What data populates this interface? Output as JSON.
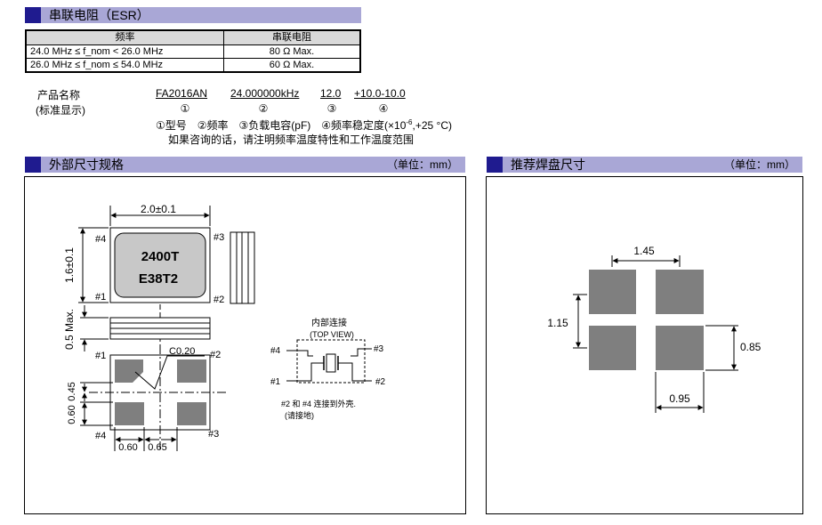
{
  "esr_section": {
    "title": "串联电阻（ESR）",
    "table": {
      "headers": [
        "频率",
        "串联电阻"
      ],
      "rows": [
        [
          "24.0 MHz ≤ f_nom < 26.0 MHz",
          "80 Ω Max."
        ],
        [
          "26.0 MHz ≤ f_nom ≤ 54.0 MHz",
          "60 Ω Max."
        ]
      ]
    }
  },
  "product_name": {
    "label_line1": "产品名称",
    "label_line2": "(标准显示)",
    "parts": [
      {
        "text": "FA2016AN",
        "marker": "①"
      },
      {
        "text": "24.000000kHz",
        "marker": "②"
      },
      {
        "text": "12.0",
        "marker": "③"
      },
      {
        "text": "+10.0-10.0",
        "marker": "④"
      }
    ],
    "legend": "①型号　②频率　③负载电容(pF)　④频率稳定度(×10",
    "legend_sup": "-6",
    "legend_tail": ",+25 °C)",
    "note": "如果咨询的话，请注明频率温度特性和工作温度范围"
  },
  "dimensions_section": {
    "title": "外部尺寸规格",
    "unit": "（单位：mm）",
    "width_dim": "2.0±0.1",
    "height_dim": "1.6±0.1",
    "thickness_dim": "0.5 Max.",
    "marking_line1": "2400T",
    "marking_line2": "E38T2",
    "chamfer": "C0.20",
    "pad_dims": {
      "y1": "0.45",
      "y2": "0.60",
      "x1": "0.60",
      "x2": "0.65"
    },
    "pins": {
      "p1": "#1",
      "p2": "#2",
      "p3": "#3",
      "p4": "#4"
    },
    "internal_connection_title": "内部连接",
    "top_view": "(TOP VIEW)",
    "ground_note_line1": "#2 和 #4 连接到外壳.",
    "ground_note_line2": "(请接地)"
  },
  "land_section": {
    "title": "推荐焊盘尺寸",
    "unit": "（单位：mm）",
    "dims": {
      "pitch_x": "1.45",
      "pitch_y": "1.15",
      "pad_h": "0.85",
      "pad_w": "0.95"
    }
  },
  "colors": {
    "header_bar": "#a9a7d6",
    "header_square": "#1f1b8f",
    "pad_gray": "#7f7f7f",
    "package_gray": "#c8c8c8"
  }
}
